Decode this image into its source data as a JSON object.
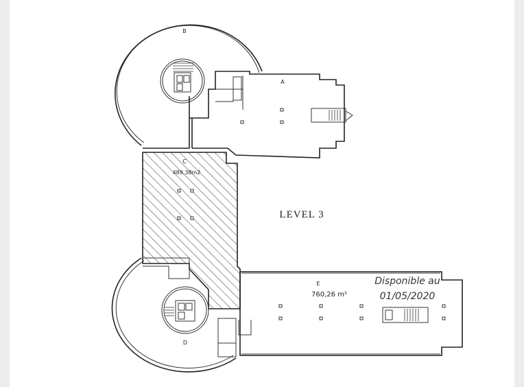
{
  "plan": {
    "level_title": "LEVEL 3",
    "units": {
      "a": {
        "label": "A"
      },
      "b": {
        "label": "B"
      },
      "c": {
        "label": "C",
        "area": "489,38m2"
      },
      "d": {
        "label": "D"
      },
      "e": {
        "label": "E",
        "area": "760,26 m²"
      }
    },
    "note": {
      "line1": "Disponible au",
      "line2": "01/05/2020"
    },
    "colors": {
      "line": "#222222",
      "hatch": "#333333",
      "paper": "#ffffff",
      "margin": "#ececec"
    }
  }
}
